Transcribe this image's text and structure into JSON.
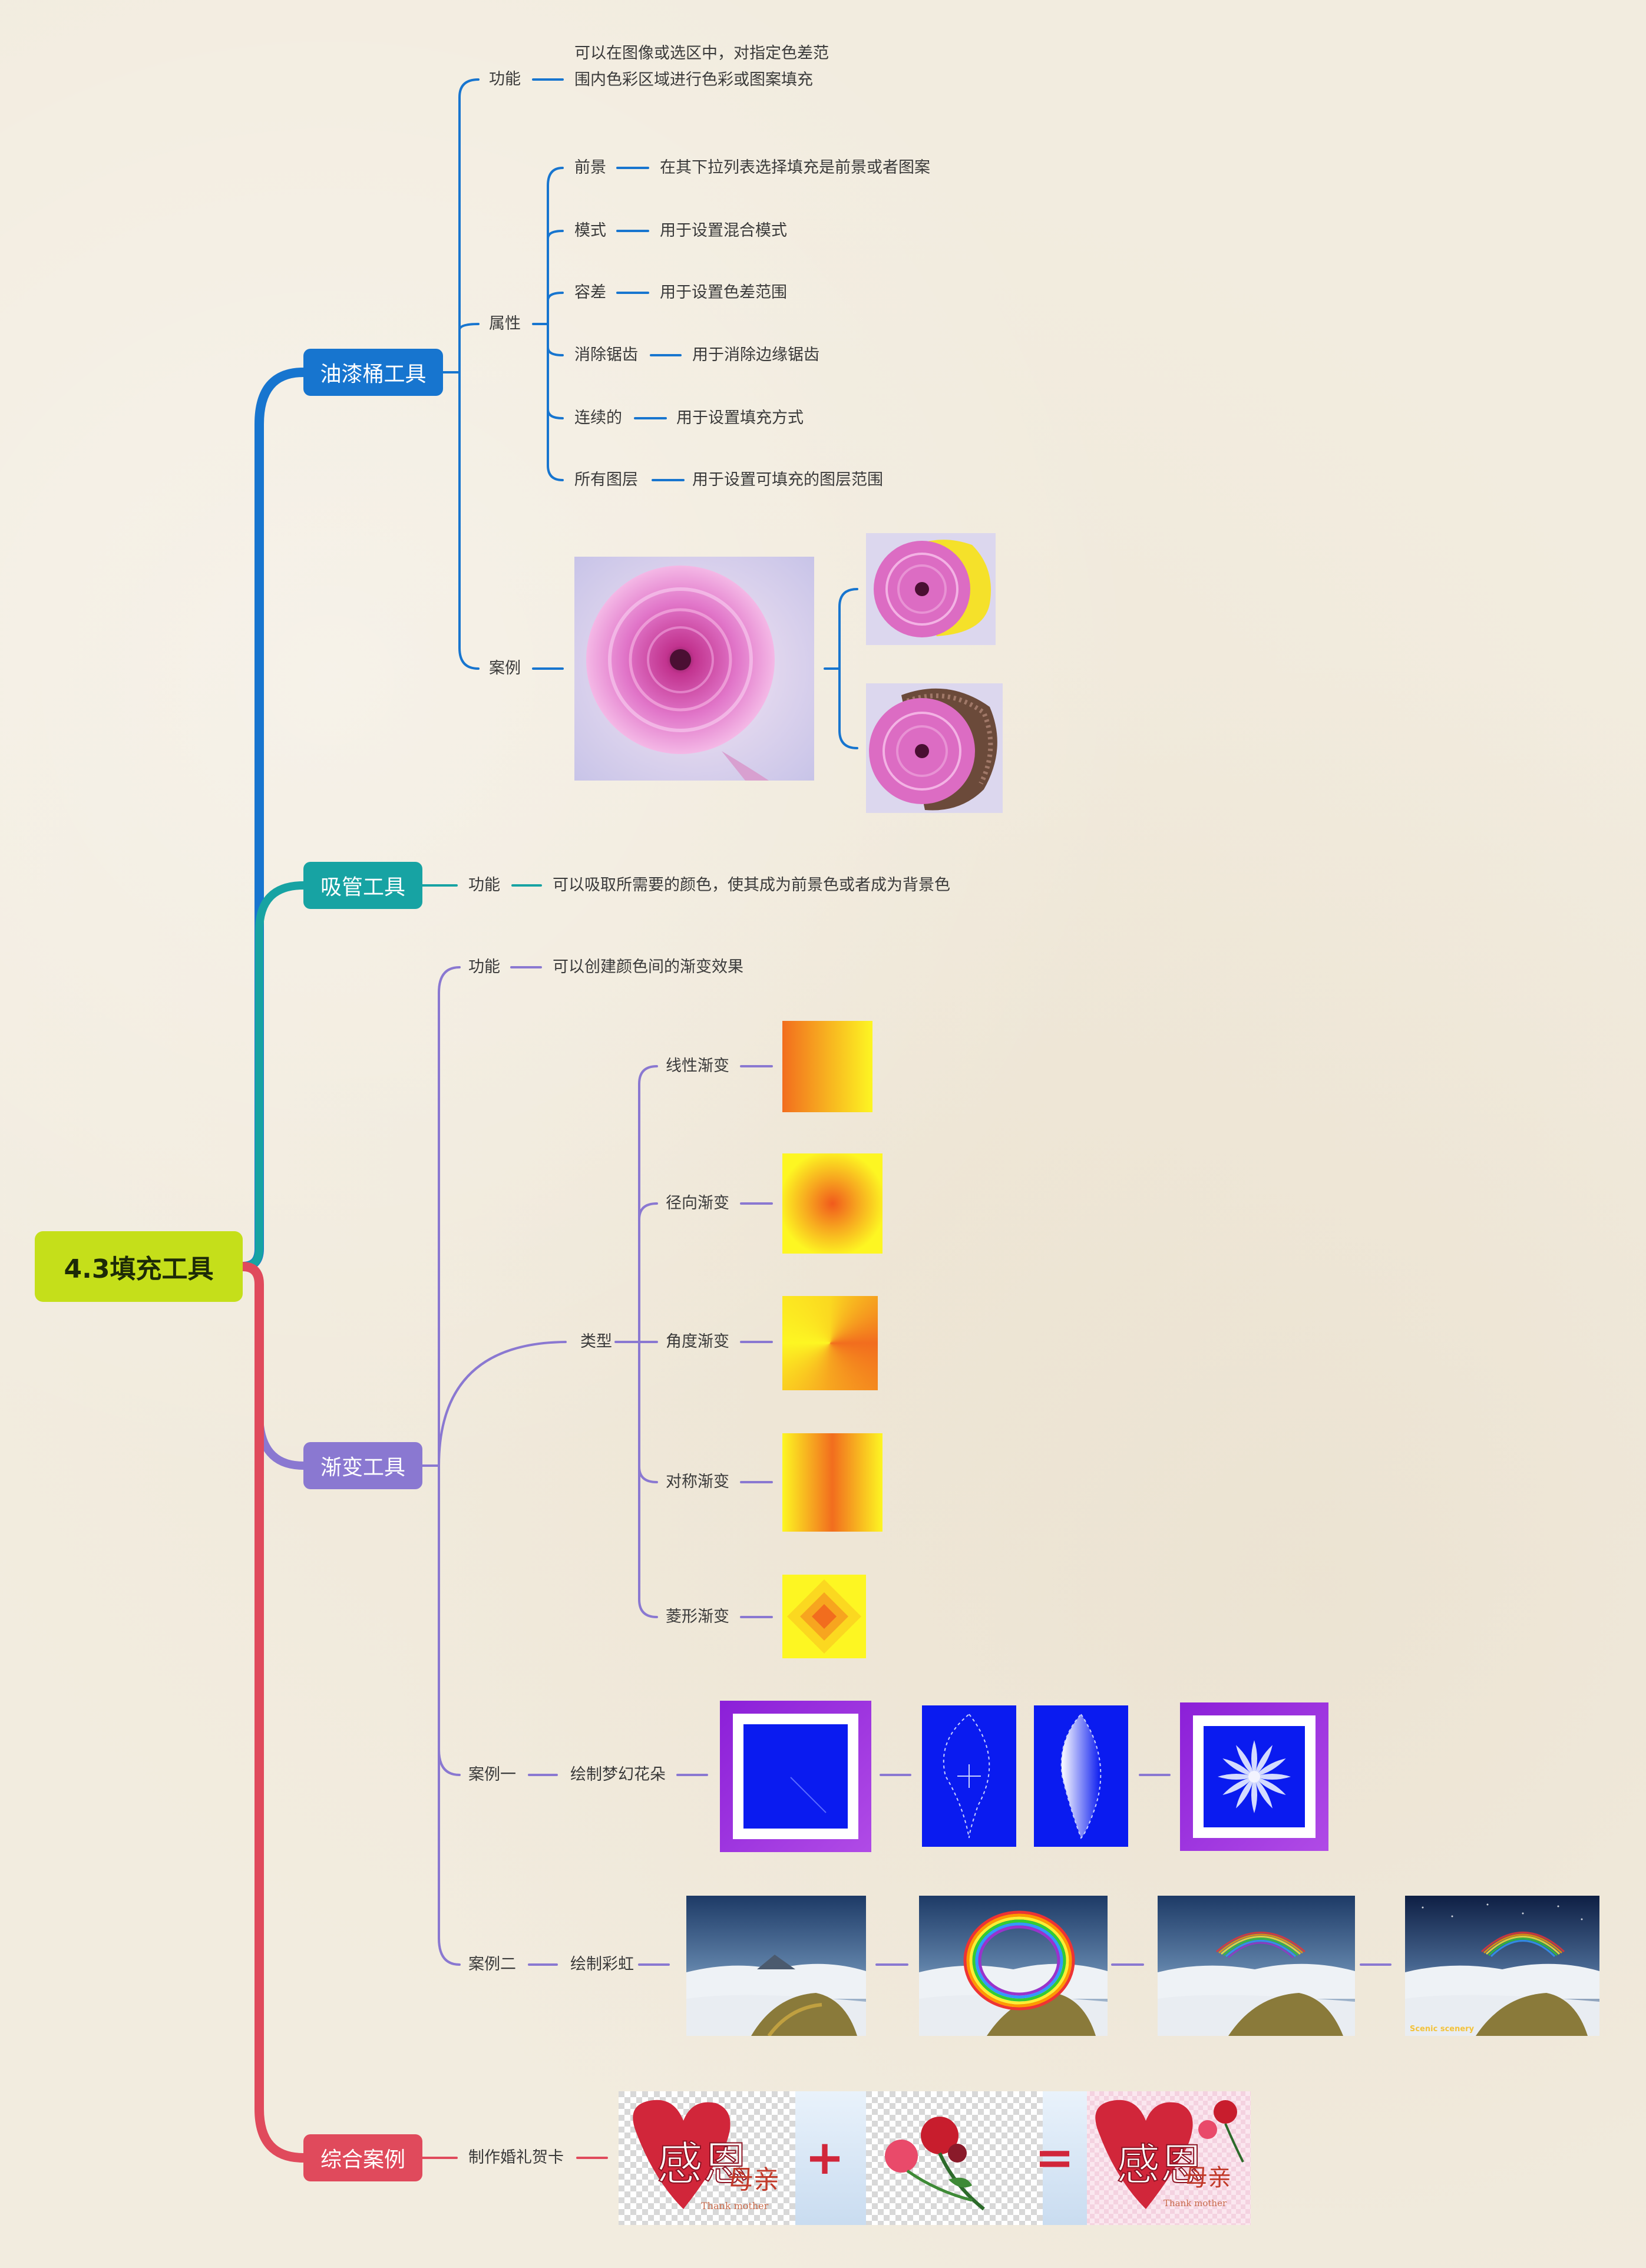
{
  "root": "4.3填充工具",
  "branches": {
    "bucket": {
      "title": "油漆桶工具",
      "func_label": "功能",
      "func_text": "可以在图像或选区中，对指定色差范围内色彩区域进行色彩或图案填充",
      "attr_label": "属性",
      "attrs": [
        {
          "name": "前景",
          "desc": "在其下拉列表选择填充是前景或者图案"
        },
        {
          "name": "模式",
          "desc": "用于设置混合模式"
        },
        {
          "name": "容差",
          "desc": "用于设置色差范围"
        },
        {
          "name": "消除锯齿",
          "desc": "用于消除边缘锯齿"
        },
        {
          "name": "连续的",
          "desc": "用于设置填充方式"
        },
        {
          "name": "所有图层",
          "desc": "用于设置可填充的图层范围"
        }
      ],
      "example_label": "案例"
    },
    "eyedropper": {
      "title": "吸管工具",
      "func_label": "功能",
      "func_text": "可以吸取所需要的颜色，使其成为前景色或者成为背景色"
    },
    "gradient": {
      "title": "渐变工具",
      "func_label": "功能",
      "func_text": "可以创建颜色间的渐变效果",
      "type_label": "类型",
      "types": [
        "线性渐变",
        "径向渐变",
        "角度渐变",
        "对称渐变",
        "菱形渐变"
      ],
      "case1_label": "案例一",
      "case1_text": "绘制梦幻花朵",
      "case2_label": "案例二",
      "case2_text": "绘制彩虹"
    },
    "combined": {
      "title": "综合案例",
      "item": "制作婚礼贺卡"
    }
  },
  "card_images": {
    "left_big": "感恩",
    "left_small": "母亲",
    "left_en": "Thank mother",
    "plus": "+",
    "equals": "=",
    "right_big": "感恩",
    "right_small": "母亲",
    "right_en": "Thank mother"
  },
  "rainbow_caption": "Scenic scenery",
  "colors": {
    "bucket": "#1775cf",
    "eyedropper": "#17a3a3",
    "gradient": "#8a78d1",
    "combined": "#e04a5c",
    "root": "#c5df1a"
  }
}
